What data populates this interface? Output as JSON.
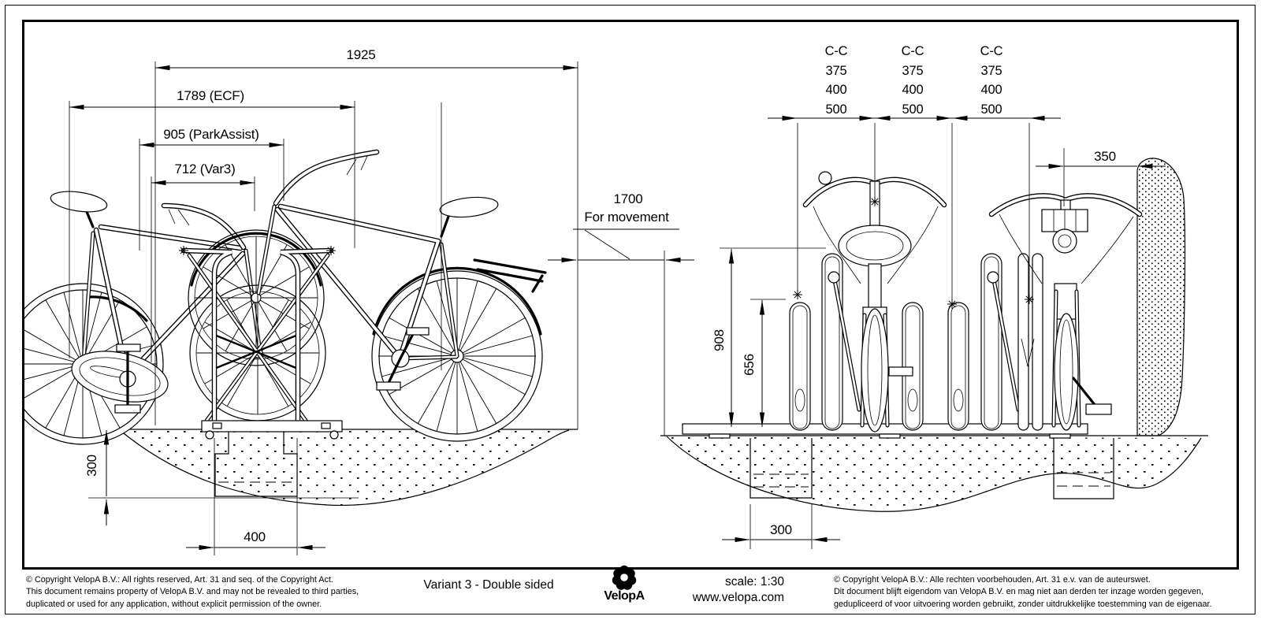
{
  "page": {
    "paper": "#ffffff",
    "ink": "#000000"
  },
  "title_block": {
    "variant": "Variant 3 - Double sided",
    "scale": "scale: 1:30",
    "website": "www.velopa.com",
    "brand": "VelopA",
    "logo_icon": "velopa-flower-logo"
  },
  "copyright_left": {
    "lines": [
      "©  Copyright VelopA B.V.: All rights reserved, Art. 31 and seq. of the Copyright Act.",
      "This document remains property of VelopA B.V. and may not be revealed to third parties,",
      "duplicated or used for any application, without explicit permission of the owner."
    ]
  },
  "copyright_right": {
    "lines": [
      "©  Copyright VelopA B.V.: Alle rechten voorbehouden, Art. 31 e.v. van de auteurswet.",
      "Dit document blijft eigendom van VelopA B.V. en mag niet aan derden ter inzage worden gegeven,",
      "gedupliceerd of voor uitvoering worden gebruikt, zonder uitdrukkelijke toestemming van de eigenaar."
    ]
  },
  "side_view": {
    "dim_total_width": "1925",
    "dim_ecf": "1789 (ECF)",
    "dim_parkassist": "905 (ParkAssist)",
    "dim_var3": "712 (Var3)",
    "dim_movement_value": "1700",
    "dim_movement_label": "For movement",
    "dim_foundation_depth": "300",
    "dim_footing_width": "400"
  },
  "front_view": {
    "cc_columns": [
      {
        "header": "C-C",
        "values": [
          "375",
          "400",
          "500"
        ]
      },
      {
        "header": "C-C",
        "values": [
          "375",
          "400",
          "500"
        ]
      },
      {
        "header": "C-C",
        "values": [
          "375",
          "400",
          "500"
        ]
      }
    ],
    "dim_wall_clearance": "350",
    "dim_high_post_height": "908",
    "dim_low_post_height": "656",
    "dim_footing_width": "300"
  }
}
